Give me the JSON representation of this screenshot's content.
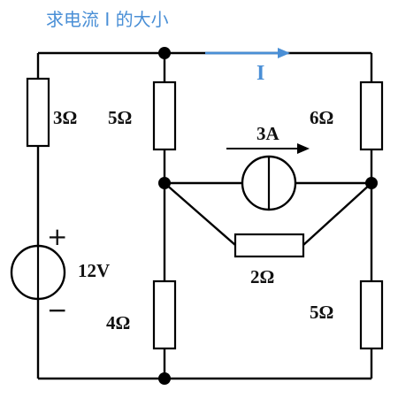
{
  "title": "求电流 I 的大小",
  "current_label": "I",
  "components": {
    "r_left_top": "3Ω",
    "r_mid_top": "5Ω",
    "r_right_top": "6Ω",
    "current_source": "3A",
    "r_bridge": "2Ω",
    "r_mid_bottom": "4Ω",
    "r_right_bottom": "5Ω",
    "voltage_source": "12V",
    "plus_sign": "+",
    "minus_sign": "−"
  },
  "colors": {
    "title": "#4a8fd6",
    "current_arrow": "#4a8fd6",
    "wire": "#000000"
  }
}
